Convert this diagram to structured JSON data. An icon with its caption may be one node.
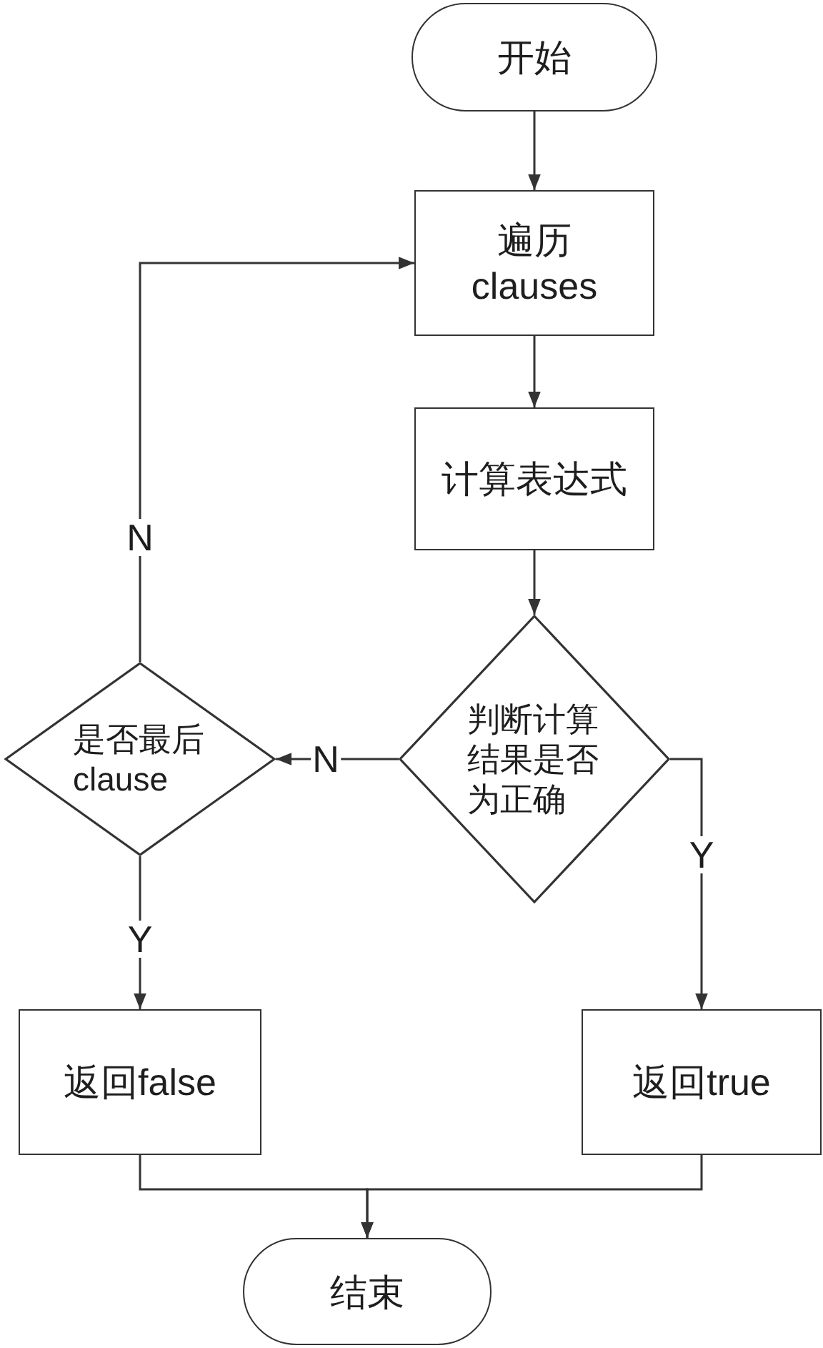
{
  "diagram": {
    "nodes": [
      {
        "text": [
          "开始"
        ]
      },
      {
        "text": [
          "遍历 clauses"
        ]
      },
      {
        "text": [
          "计算表达式"
        ]
      },
      {
        "text": [
          "是否最后 clause"
        ]
      },
      {
        "text": [
          "判断计算结果是否为正确"
        ]
      },
      {
        "text": [
          "返回false"
        ]
      },
      {
        "text": [
          "返回true"
        ]
      },
      {
        "text": [
          "结束"
        ]
      }
    ],
    "edges": [
      {
        "from": 0,
        "to": 1,
        "arrow": "to"
      },
      {
        "from": 1,
        "to": 2,
        "arrow": "to"
      },
      {
        "from": 2,
        "to": 4,
        "arrow": "to"
      },
      {
        "from": 4,
        "to": 3,
        "arrow": "to",
        "label": "N"
      },
      {
        "from": 4,
        "to": 6,
        "arrow": "to",
        "label": "Y"
      },
      {
        "from": 3,
        "to": 1,
        "arrow": "to",
        "label": "N"
      },
      {
        "from": 3,
        "to": 5,
        "arrow": "to",
        "label": "Y"
      },
      {
        "from": 5,
        "to": 7,
        "arrow": "to"
      },
      {
        "from": 6,
        "to": 7,
        "arrow": "to"
      }
    ]
  }
}
